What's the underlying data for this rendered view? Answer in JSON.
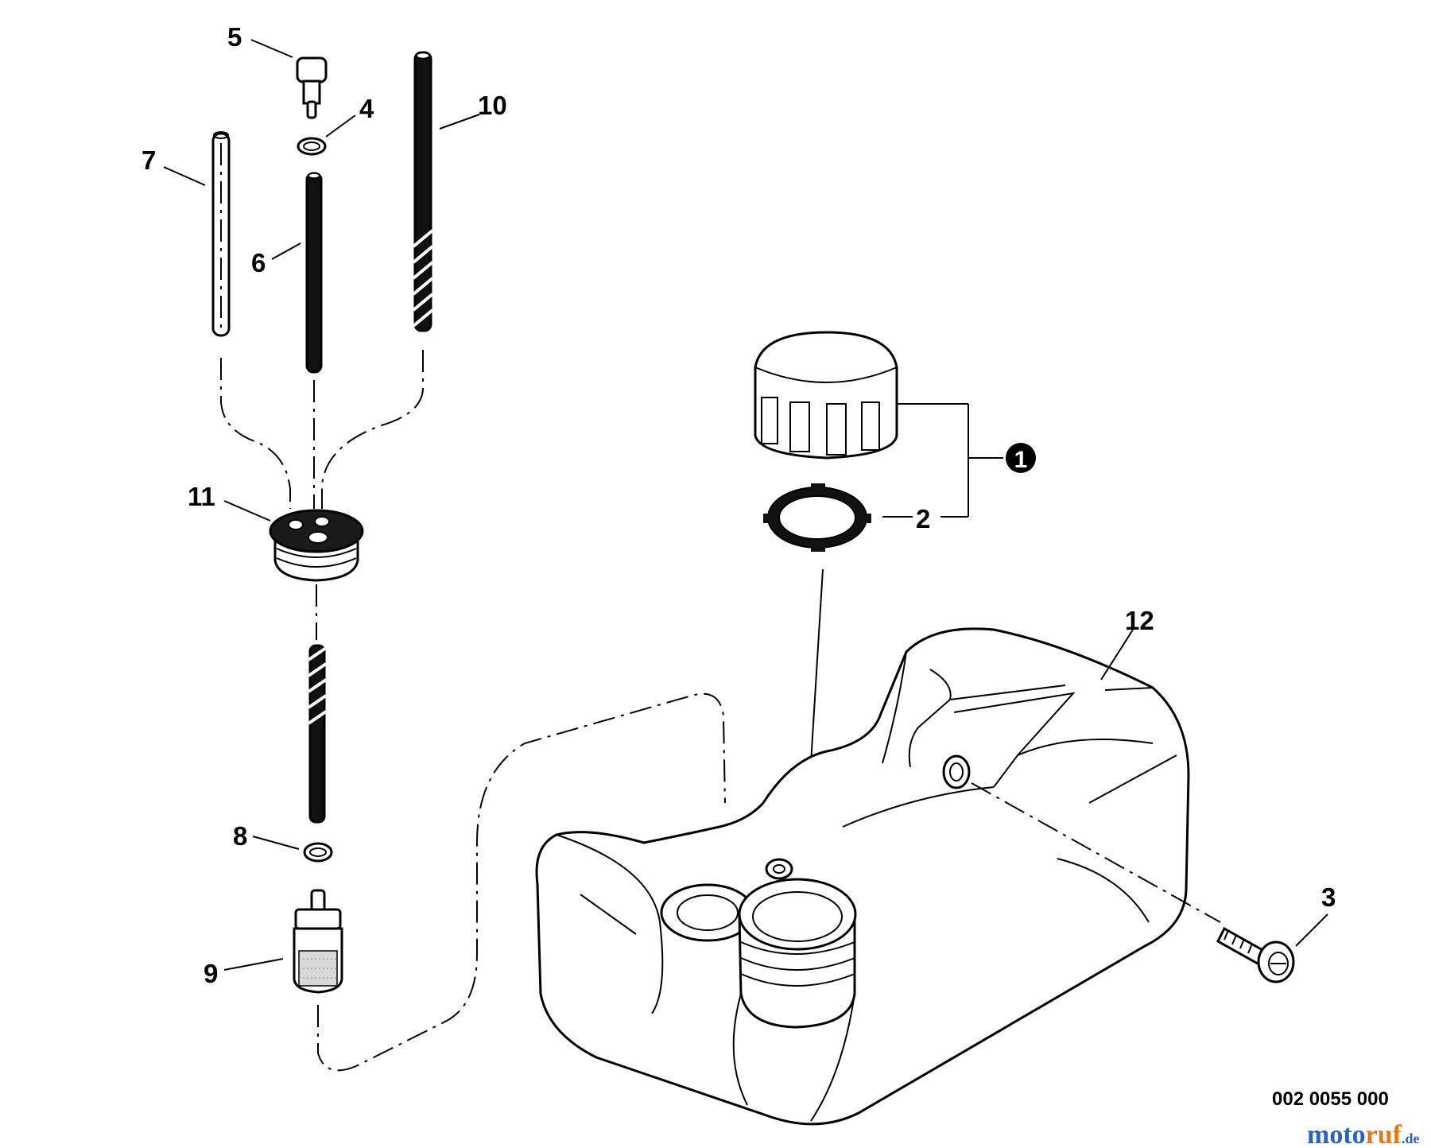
{
  "callouts": {
    "p1": "1",
    "p2": "2",
    "p3": "3",
    "p4": "4",
    "p5": "5",
    "p6": "6",
    "p7": "7",
    "p8": "8",
    "p9": "9",
    "p10": "10",
    "p11": "11",
    "p12": "12"
  },
  "drawing_number": "002 0055 000",
  "watermark": {
    "text": "motoruf",
    "tld": ".de",
    "colors": {
      "moto": "#2a63b8",
      "ruf": "#e07a1a"
    }
  }
}
